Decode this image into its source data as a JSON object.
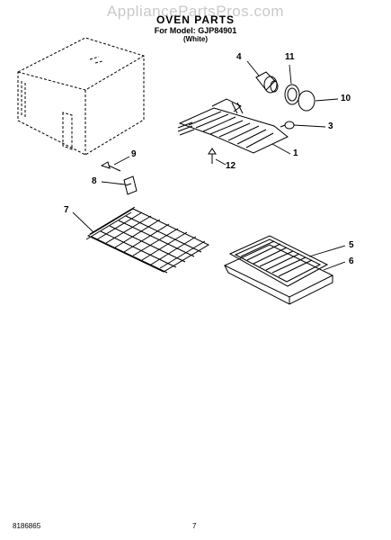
{
  "watermark": "AppliancePartsPros.com",
  "header": {
    "title": "OVEN PARTS",
    "model_line": "For Model: GJP84901",
    "variant_line": "(White)"
  },
  "callouts": {
    "p1": "1",
    "p3": "3",
    "p4": "4",
    "p5": "5",
    "p6": "6",
    "p7": "7",
    "p8": "8",
    "p9": "9",
    "p10": "10",
    "p11": "11",
    "p12": "12"
  },
  "footer": {
    "doc_number": "8186865",
    "page_number": "7"
  }
}
